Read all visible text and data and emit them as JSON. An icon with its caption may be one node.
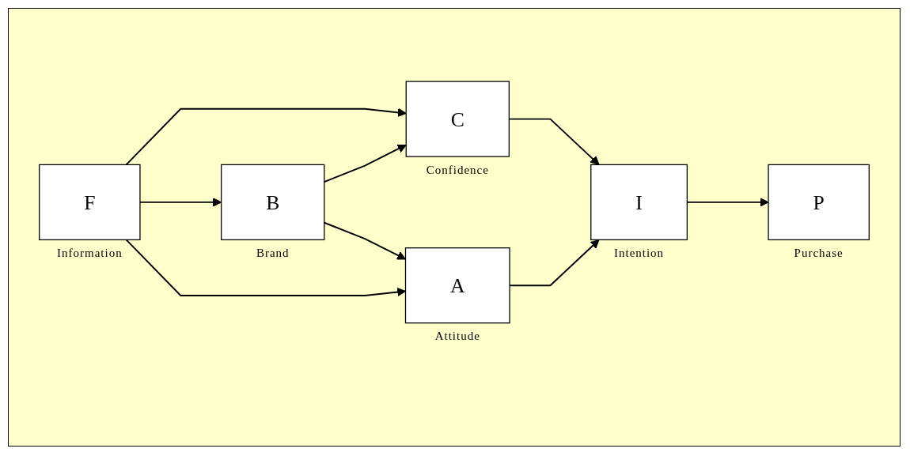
{
  "diagram": {
    "nodes": [
      {
        "text": [
          "C"
        ],
        "beside": [
          "Confidence"
        ]
      },
      {
        "text": [
          "F"
        ],
        "beside": [
          "Information"
        ]
      },
      {
        "text": [
          "B"
        ],
        "beside": [
          "Brand"
        ]
      },
      {
        "text": [
          "I"
        ],
        "beside": [
          "Intention"
        ]
      },
      {
        "text": [
          "P"
        ],
        "beside": [
          "Purchase"
        ]
      },
      {
        "text": [
          "A"
        ],
        "beside": [
          "Attitude"
        ]
      }
    ],
    "edges": [
      {
        "from": 1,
        "to": 0,
        "arrow": "to"
      },
      {
        "from": 2,
        "to": 0,
        "arrow": "to"
      },
      {
        "from": 1,
        "to": 2,
        "arrow": "to"
      },
      {
        "from": 0,
        "to": 3,
        "arrow": "to"
      },
      {
        "from": 3,
        "to": 4,
        "arrow": "to"
      },
      {
        "from": 2,
        "to": 5,
        "arrow": "to"
      },
      {
        "from": 1,
        "to": 5,
        "arrow": "to"
      },
      {
        "from": 5,
        "to": 3,
        "arrow": "to"
      }
    ]
  }
}
